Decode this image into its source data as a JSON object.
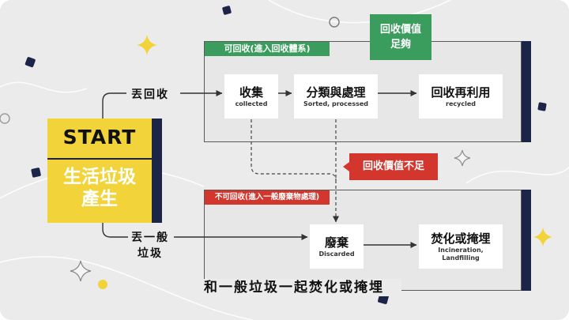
{
  "colors": {
    "background": "#ebebeb",
    "yellow": "#f2d43a",
    "navy": "#1c2447",
    "green": "#3a9d5d",
    "red": "#d2362c",
    "card": "#ffffff"
  },
  "start": {
    "title": "START",
    "subtitle_lines": [
      "生活垃圾",
      "產生"
    ]
  },
  "branches": {
    "recycle_label": "丟回收",
    "general_label_lines": [
      "丟一般",
      "垃圾"
    ]
  },
  "recyclable_panel": {
    "label": "可回收(進入回收體系)",
    "steps": [
      {
        "title": "收集",
        "subtitle": "collected"
      },
      {
        "title": "分類與處理",
        "subtitle": "Sorted, processed"
      },
      {
        "title": "回收再利用",
        "subtitle": "recycled"
      }
    ]
  },
  "callouts": {
    "value_enough_lines": [
      "回收價值",
      "足夠"
    ],
    "value_insufficient": "回收價值不足"
  },
  "nonrecyclable_panel": {
    "label": "不可回收(進入一般廢棄物處理)",
    "steps": [
      {
        "title": "廢棄",
        "subtitle_lines": [
          "Discarded"
        ]
      },
      {
        "title": "焚化或掩埋",
        "subtitle_lines": [
          "Incineration,",
          "Landfilling"
        ]
      }
    ]
  },
  "footer_note": "和一般垃圾一起焚化或掩埋"
}
